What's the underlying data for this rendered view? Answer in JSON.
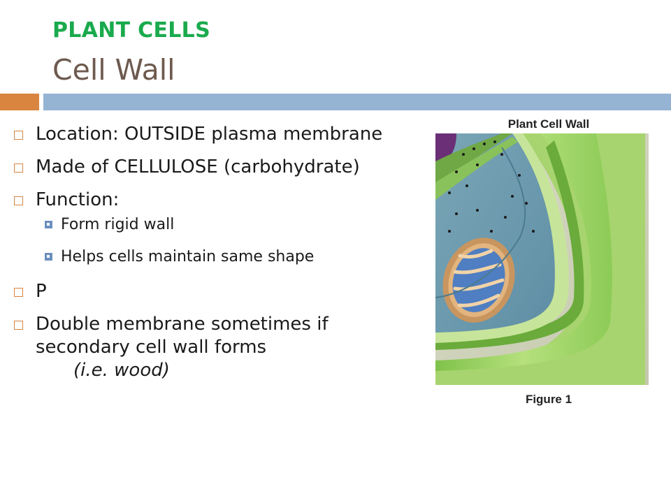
{
  "header": {
    "kicker": "PLANT CELLS",
    "title": "Cell Wall"
  },
  "bullets": [
    {
      "text": "Location: OUTSIDE plasma membrane"
    },
    {
      "text": "Made of CELLULOSE (carbohydrate)"
    },
    {
      "text": "Function:"
    },
    {
      "text": "P"
    },
    {
      "text": "Double membrane sometimes if secondary cell wall forms",
      "note": "(i.e. wood)"
    }
  ],
  "sub_bullets": [
    {
      "text": "Form rigid wall"
    },
    {
      "text": "Helps cells maintain same shape"
    }
  ],
  "figure": {
    "label_top": "Plant Cell Wall",
    "label_bottom": "Figure 1"
  },
  "colors": {
    "kicker": "#1aaa4d",
    "title": "#6e5a4f",
    "accent_orange": "#d9843f",
    "accent_blue": "#95b3d3",
    "wall_green": "#9bd16a"
  }
}
